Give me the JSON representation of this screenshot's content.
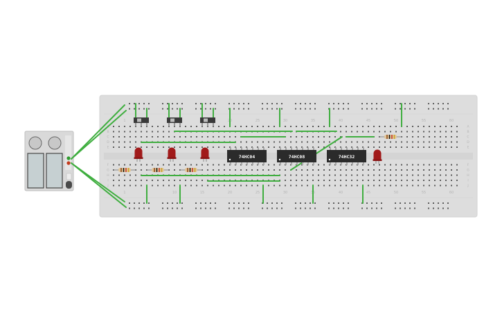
{
  "chips": [
    {
      "label": "74HC04"
    },
    {
      "label": "74HC08"
    },
    {
      "label": "74HC32"
    }
  ],
  "column_numbers": [
    "1",
    "5",
    "10",
    "15",
    "20",
    "25",
    "30",
    "35",
    "40",
    "45",
    "50",
    "55",
    "60"
  ],
  "row_letters_top": [
    "A",
    "B",
    "C",
    "D",
    "E"
  ],
  "row_letters_bottom": [
    "F",
    "G",
    "H",
    "I",
    "J"
  ],
  "colors": {
    "board": "#dddddd",
    "hole": "#5a5a5a",
    "wire": "#3fae3f",
    "ic": "#2b2b2b",
    "led": "#a11a1a",
    "resistor": "#e3c79a",
    "battery_case": "#d9d9d9"
  },
  "components": {
    "switch_count": 3,
    "led_count": 4,
    "resistor_count": 4,
    "battery_count": 2
  }
}
